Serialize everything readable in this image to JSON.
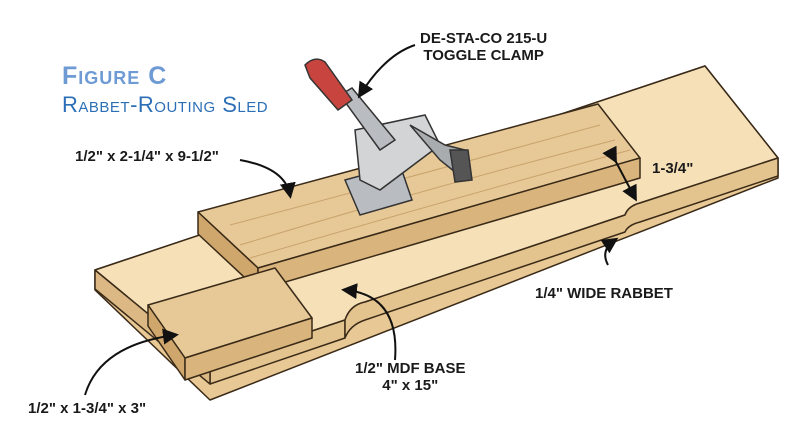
{
  "title": {
    "figure": "Figure C",
    "subtitle": "Rabbet-Routing Sled"
  },
  "labels": {
    "clamp_line1": "DE-STA-CO 215-U",
    "clamp_line2": "TOGGLE CLAMP",
    "fence": "1/2\" x 2-1/4\" x 9-1/2\"",
    "offset": "1-3/4\"",
    "rabbet": "1/4\" WIDE RABBET",
    "base_line1": "1/2\" MDF BASE",
    "base_line2": "4\" x 15\"",
    "block": "1/2\" x 1-3/4\" x 3\""
  },
  "colors": {
    "title_light": "#6e9bd3",
    "title_dark": "#2c6fb6",
    "mdf": "#f3dcb2",
    "wood": "#e2c391",
    "clamp_handle": "#c8453f"
  }
}
